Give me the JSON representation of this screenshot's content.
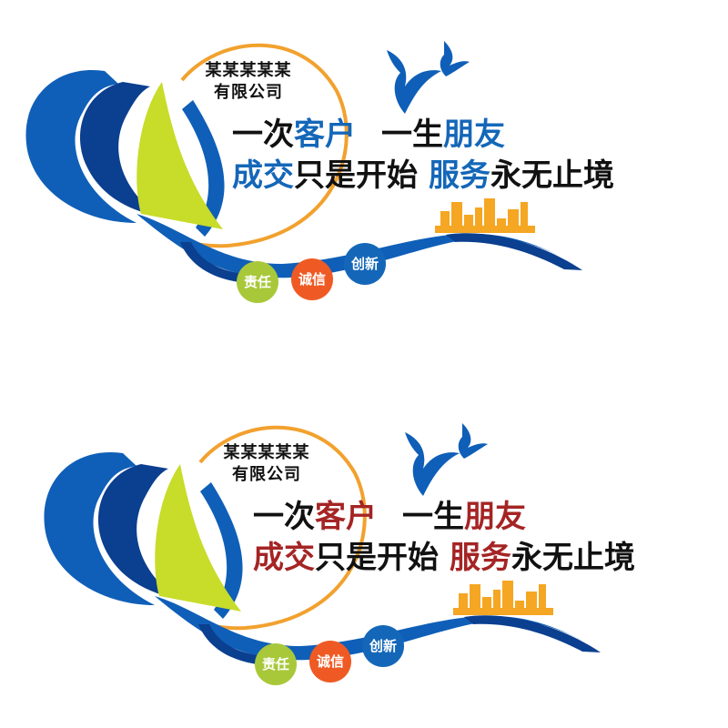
{
  "colors": {
    "blue": "#0f5fb8",
    "navy": "#0b3f8f",
    "sail_green": "#c8dc2a",
    "ring_orange": "#f2a12e",
    "city_orange": "#f5a623",
    "badge_green": "#a8c83a",
    "badge_orange": "#ef5a24",
    "badge_blue": "#1467b8"
  },
  "panels": [
    {
      "company_line1": "某某某某某",
      "company_line2": "有限公司",
      "slogan_line1": {
        "a": "一次",
        "b": "客户",
        "c": "一生",
        "d": "朋友"
      },
      "slogan_line2": {
        "a": "成交",
        "b": "只是开始",
        "c": "服务",
        "d": "永无止境"
      },
      "accent": "#1467b8",
      "badges": [
        "责任",
        "诚信",
        "创新"
      ]
    },
    {
      "company_line1": "某某某某某",
      "company_line2": "有限公司",
      "slogan_line1": {
        "a": "一次",
        "b": "客户",
        "c": "一生",
        "d": "朋友"
      },
      "slogan_line2": {
        "a": "成交",
        "b": "只是开始",
        "c": "服务",
        "d": "永无止境"
      },
      "accent": "#a52424",
      "badges": [
        "责任",
        "诚信",
        "创新"
      ]
    }
  ]
}
